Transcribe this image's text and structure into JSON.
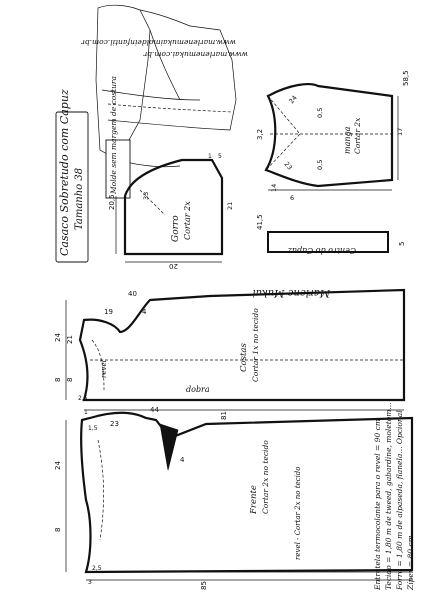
{
  "header": {
    "title": "Casaco Sobretudo com Capuz",
    "size": "Tamanho 38",
    "websites": [
      "www.marlenemukai.com.br",
      "www.marlenemukaimoldeinfantil.com.br"
    ],
    "signature": "Marlene Mukai"
  },
  "notes": {
    "seam_allowance": "Molde sem margem de costura"
  },
  "pieces": {
    "gorro": {
      "name": "Gorro",
      "cut": "Cortar 2x",
      "dims": {
        "width": "20",
        "height": "20,5",
        "curve": "33",
        "top_a": "1",
        "top_b": "5",
        "side": "21"
      }
    },
    "manga": {
      "name": "manga",
      "cut": "Cortar 2x",
      "dims": {
        "length": "58,5",
        "cap": "3,2",
        "back_curve": "24",
        "front_curve": "23",
        "hem": "17",
        "cuff": "14",
        "a": "6",
        "b": "0,5",
        "c": "0,5"
      }
    },
    "centro_capuz": {
      "name": "Centro do Capuz",
      "dims": {
        "length": "41,5",
        "width": "5"
      }
    },
    "costas": {
      "name": "Costas",
      "cut": "Cortar 1x no tecido",
      "fold": "dobra",
      "revel": "revel",
      "dims": {
        "width": "19",
        "length": "81",
        "w1": "40",
        "w2": "4",
        "h1": "24",
        "h2": "21",
        "h3": "8",
        "h4": "8",
        "h5": "2,5"
      }
    },
    "frente": {
      "name": "Frente",
      "cut": "Cortar 2x no tecido",
      "revel_cut": "revel - Cortar 2x no tecido",
      "dims": {
        "length": "85",
        "w1": "23",
        "w2": "44",
        "w3": "1,5",
        "w4": "4",
        "w5": "2,5",
        "h1": "24",
        "h2": "8",
        "h3": "3",
        "h4": "1"
      }
    }
  },
  "materials": {
    "lines": [
      "Entretela termocolante para o revel = 90 cm",
      "Tecido = 1,80 m de tweed, gabardine, moletom...",
      "Forro = 1,80 m de alpaseda, flanela... Opcional",
      "Zíper = 80 cm"
    ]
  }
}
